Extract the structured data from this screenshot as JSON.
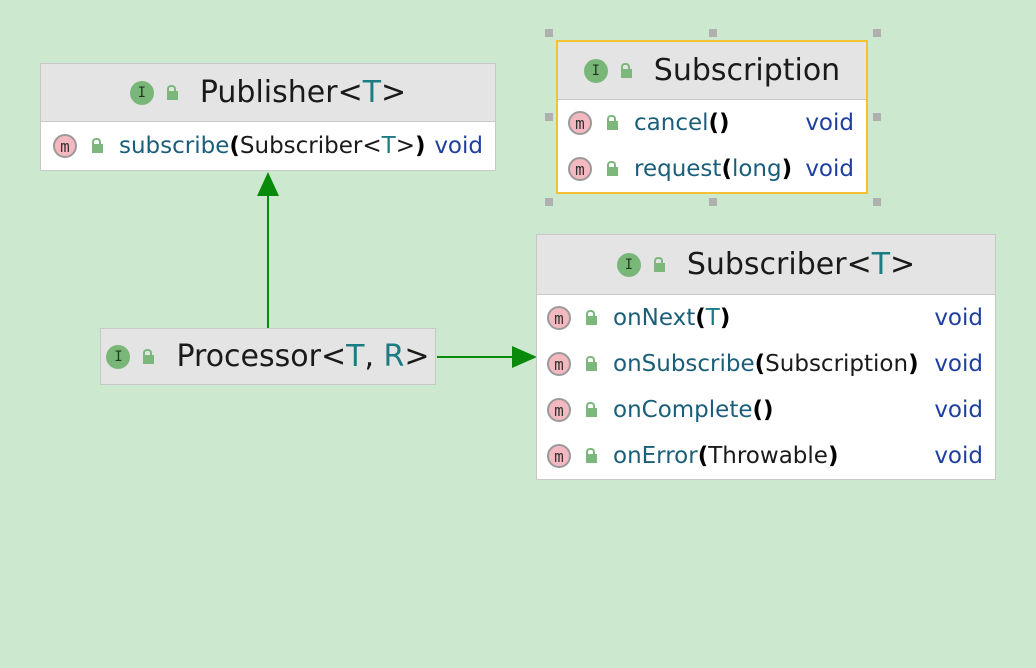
{
  "diagram": {
    "publisher": {
      "name": "Publisher",
      "generic": "T",
      "methods": [
        {
          "name": "subscribe",
          "param_type": "Subscriber",
          "param_generic": "T",
          "return_type": "void"
        }
      ]
    },
    "subscription": {
      "name": "Subscription",
      "methods": [
        {
          "name": "cancel",
          "param": "",
          "return_type": "void"
        },
        {
          "name": "request",
          "param": "long",
          "return_type": "void"
        }
      ]
    },
    "subscriber": {
      "name": "Subscriber",
      "generic": "T",
      "methods": [
        {
          "name": "onNext",
          "param": "T",
          "return_type": "void"
        },
        {
          "name": "onSubscribe",
          "param": "Subscription",
          "return_type": "void"
        },
        {
          "name": "onComplete",
          "param": "",
          "return_type": "void"
        },
        {
          "name": "onError",
          "param": "Throwable",
          "return_type": "void"
        }
      ]
    },
    "processor": {
      "name": "Processor",
      "generic_1": "T",
      "generic_2": "R"
    },
    "badges": {
      "interface": "I",
      "method": "m"
    },
    "colors": {
      "background": "#cce8cf",
      "arrow": "#0a8a0a",
      "selection": "#f2c233"
    }
  }
}
